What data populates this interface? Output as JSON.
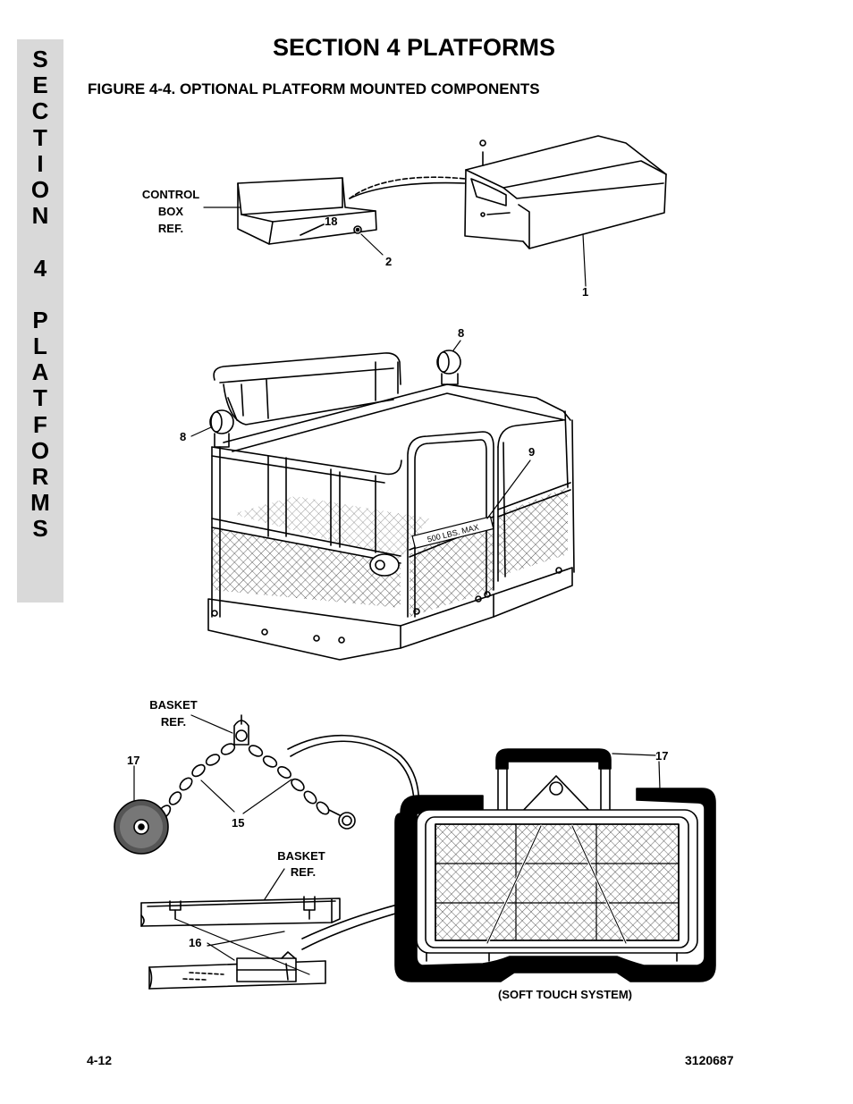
{
  "side_tab": {
    "letters": [
      "S",
      "E",
      "C",
      "T",
      "I",
      "O",
      "N",
      " ",
      "4",
      " ",
      "P",
      "L",
      "A",
      "T",
      "F",
      "O",
      "R",
      "M",
      "S"
    ]
  },
  "header": {
    "section_title": "SECTION 4  PLATFORMS",
    "figure_title": "FIGURE 4-4.    OPTIONAL PLATFORM MOUNTED COMPONENTS"
  },
  "figure": {
    "control_box_ref": [
      "CONTROL",
      "BOX",
      "REF."
    ],
    "basket_ref_top": [
      "BASKET",
      "REF."
    ],
    "basket_ref_bottom": [
      "BASKET",
      "REF."
    ],
    "soft_touch_label": "(SOFT TOUCH SYSTEM)",
    "platform_capacity_decal": "500 LBS. MAX",
    "callouts": {
      "c1": "1",
      "c2": "2",
      "c18": "18",
      "c8a": "8",
      "c8b": "8",
      "c9": "9",
      "c17a": "17",
      "c17b": "17",
      "c15": "15",
      "c16": "16"
    }
  },
  "footer": {
    "page_number": "4-12",
    "doc_number": "3120687"
  }
}
